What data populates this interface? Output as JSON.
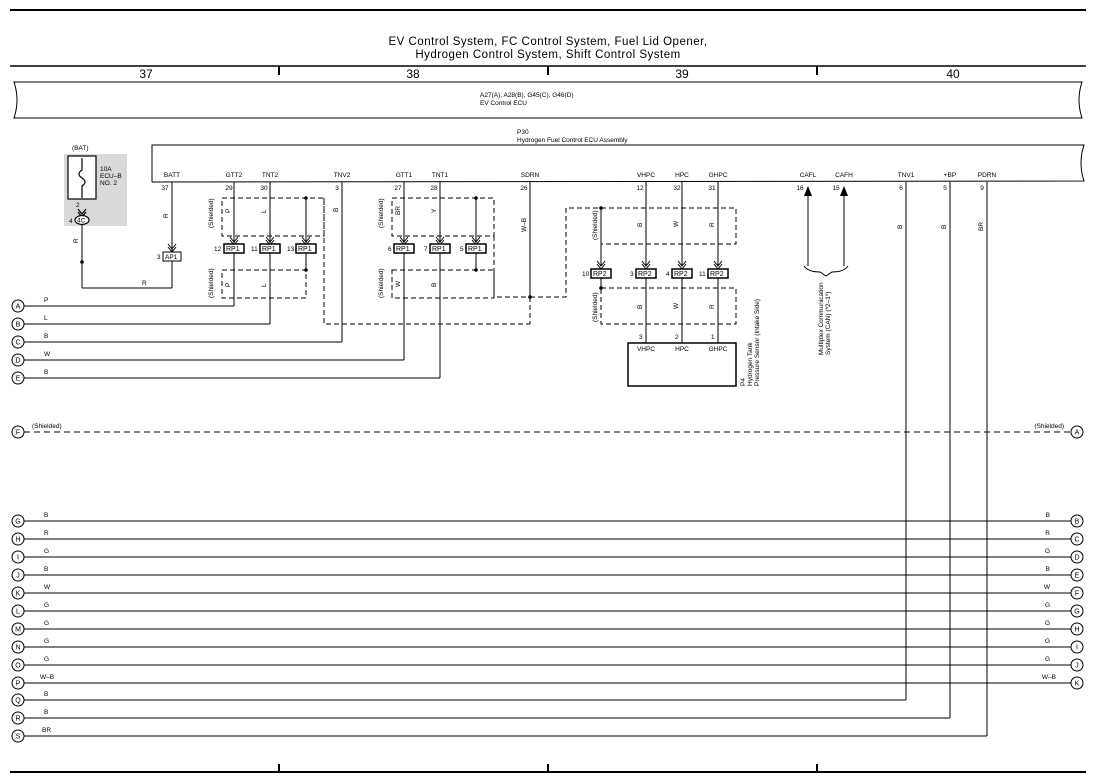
{
  "title_lines": [
    "EV Control System,  FC Control System,  Fuel Lid Opener,",
    "Hydrogen Control System,  Shift Control System"
  ],
  "columns": [
    "37",
    "38",
    "39",
    "40"
  ],
  "ecu_top": {
    "connectors": "A27(A), A28(B), G45(C), G46(D)",
    "name": "EV Control ECU"
  },
  "ecu_main": {
    "code": "P30",
    "name": "Hydrogen Fuel Control ECU Assembly"
  },
  "fuse": {
    "supply": "(BAT)",
    "rating": "10A",
    "name": "ECU–B",
    "number": "NO. 2",
    "pin_a": "2",
    "pin_b": "4",
    "conn": "4C"
  },
  "batt_wire": {
    "color": "R",
    "junction": "AP1",
    "pin": "3"
  },
  "pins": [
    {
      "name": "BATT",
      "num": "37"
    },
    {
      "name": "GTT2",
      "num": "29"
    },
    {
      "name": "TNT2",
      "num": "30"
    },
    {
      "name": "TNV2",
      "num": "3"
    },
    {
      "name": "GTT1",
      "num": "27"
    },
    {
      "name": "TNT1",
      "num": "28"
    },
    {
      "name": "SDRN",
      "num": "26"
    },
    {
      "name": "VHPC",
      "num": "12"
    },
    {
      "name": "HPC",
      "num": "32"
    },
    {
      "name": "GHPC",
      "num": "31"
    },
    {
      "name": "CAFL",
      "num": "16"
    },
    {
      "name": "CAFH",
      "num": "15"
    },
    {
      "name": "TNV1",
      "num": "6"
    },
    {
      "name": "+BP",
      "num": "5"
    },
    {
      "name": "PDRN",
      "num": "9"
    }
  ],
  "shielded": "(Shielded)",
  "rp1_a": [
    {
      "pin": "12",
      "conn": "RP1"
    },
    {
      "pin": "11",
      "conn": "RP1"
    },
    {
      "pin": "13",
      "conn": "RP1"
    }
  ],
  "rp1_b": [
    {
      "pin": "6",
      "conn": "RP1"
    },
    {
      "pin": "7",
      "conn": "RP1"
    },
    {
      "pin": "5",
      "conn": "RP1"
    }
  ],
  "rp2": [
    {
      "pin": "10",
      "conn": "RP2"
    },
    {
      "pin": "3",
      "conn": "RP2"
    },
    {
      "pin": "4",
      "conn": "RP2"
    },
    {
      "pin": "11",
      "conn": "RP2"
    }
  ],
  "wire_colors": {
    "gtt2_upper": "P",
    "tnt2_upper": "L",
    "tnv2": "B",
    "gtt2_lower": "P",
    "tnt2_lower": "L",
    "gtt1_upper": "BR",
    "tnt1_upper": "Y",
    "gtt1_lower": "W",
    "tnt1_lower": "B",
    "sdrn": "W–B",
    "vhpc_upper": "B",
    "hpc_upper": "W",
    "ghpc_upper": "R",
    "vhpc_lower": "B",
    "hpc_lower": "W",
    "ghpc_lower": "R",
    "tnv1": "B",
    "bp": "B",
    "pdrn": "BR",
    "batt": "R"
  },
  "sensor": {
    "code": "P4",
    "name1": "Hydrogen Tank",
    "name2": "Pressure Sensor (Intake Side)",
    "pins": [
      {
        "name": "VHPC",
        "num": "3"
      },
      {
        "name": "HPC",
        "num": "2"
      },
      {
        "name": "GHPC",
        "num": "1"
      }
    ]
  },
  "can_note": {
    "line1": "Multiplex Communication",
    "line2": "System (CAN) (*2–1*)"
  },
  "left_refs": [
    {
      "id": "A",
      "color": "P"
    },
    {
      "id": "B",
      "color": "L"
    },
    {
      "id": "C",
      "color": "B"
    },
    {
      "id": "D",
      "color": "W"
    },
    {
      "id": "E",
      "color": "B"
    }
  ],
  "shield_line": {
    "left_id": "F",
    "right_id": "A",
    "left_label": "(Shielded)",
    "right_label": "(Shielded)"
  },
  "bus": [
    {
      "left": "G",
      "color": "B",
      "right": "B",
      "rcolor": "B"
    },
    {
      "left": "H",
      "color": "R",
      "right": "C",
      "rcolor": "R"
    },
    {
      "left": "I",
      "color": "G",
      "right": "D",
      "rcolor": "G"
    },
    {
      "left": "J",
      "color": "B",
      "right": "E",
      "rcolor": "B"
    },
    {
      "left": "K",
      "color": "W",
      "right": "F",
      "rcolor": "W"
    },
    {
      "left": "L",
      "color": "G",
      "right": "G",
      "rcolor": "G"
    },
    {
      "left": "M",
      "color": "G",
      "right": "H",
      "rcolor": "G"
    },
    {
      "left": "N",
      "color": "G",
      "right": "I",
      "rcolor": "G"
    },
    {
      "left": "O",
      "color": "G",
      "right": "J",
      "rcolor": "G"
    },
    {
      "left": "P",
      "color": "W–B",
      "right": "K",
      "rcolor": "W–B"
    }
  ],
  "bottom_refs": [
    {
      "id": "Q",
      "color": "B"
    },
    {
      "id": "R",
      "color": "B"
    },
    {
      "id": "S",
      "color": "BR"
    }
  ]
}
